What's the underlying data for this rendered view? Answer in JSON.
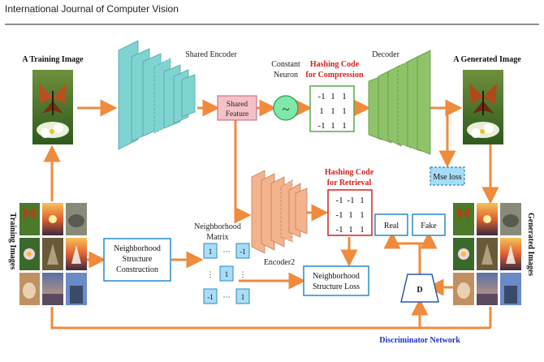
{
  "header": {
    "journal": "International Journal of Computer Vision"
  },
  "labels": {
    "training_image": "A Training Image",
    "generated_image": "A Generated Image",
    "shared_encoder": "Shared Encoder",
    "shared_feature_line1": "Shared",
    "shared_feature_line2": "Feature",
    "constant_neuron_line1": "Constant",
    "constant_neuron_line2": "Neuron",
    "tilde": "~",
    "hash_compression_line1": "Hashing Code",
    "hash_compression_line2": "for Compression",
    "decoder": "Decoder",
    "mse_loss": "Mse loss",
    "encoder2": "Encoder2",
    "hash_retrieval_line1": "Hashing Code",
    "hash_retrieval_line2": "for Retrieval",
    "training_images": "Training Images",
    "generated_images": "Generated Images",
    "nsc_line1": "Neighborhood",
    "nsc_line2": "Structure",
    "nsc_line3": "Construction",
    "nm_line1": "Neighborhood",
    "nm_line2": "Matrix",
    "nsl_line1": "Neighborhood",
    "nsl_line2": "Structure Loss",
    "real": "Real",
    "fake": "Fake",
    "d": "D",
    "discriminator_network": "Discriminator Network"
  },
  "hash_compression_matrix": [
    [
      "-1",
      "1",
      "1"
    ],
    [
      "1",
      "1",
      "1"
    ],
    [
      "-1",
      "1",
      "1"
    ]
  ],
  "hash_retrieval_matrix": [
    [
      "-1",
      "-1",
      "1"
    ],
    [
      "-1",
      "1",
      "1"
    ],
    [
      "-1",
      "1",
      "1"
    ]
  ],
  "neighborhood_matrix": [
    [
      "1",
      "···",
      "-1"
    ],
    [
      "⋮",
      "1",
      "⋮"
    ],
    [
      "-1",
      "···",
      "1"
    ]
  ],
  "colors": {
    "arrow": "#f08a3c",
    "encoder": "#7fd3d0",
    "decoder": "#8fc36a",
    "encoder2": "#f2b38d",
    "shared_feature": "#f4c1c8",
    "neuron": "#7ee8a8",
    "title_red": "#d42020",
    "box_blue": "#2a8ac8",
    "discriminator_blue": "#2030c8"
  }
}
